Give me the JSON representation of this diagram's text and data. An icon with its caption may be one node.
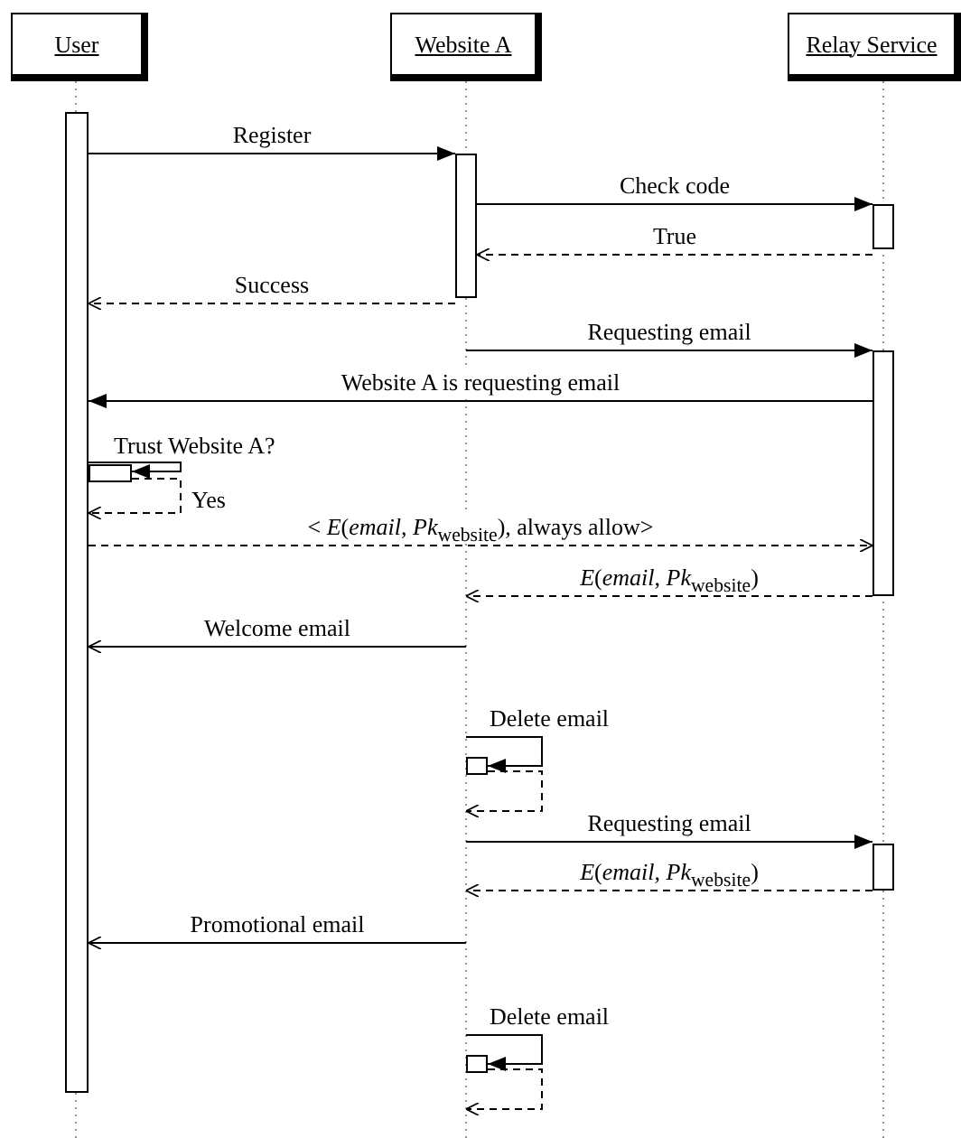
{
  "diagram": {
    "nodes": [
      {
        "text": [
          "User"
        ]
      },
      {
        "text": [
          "Website A"
        ]
      },
      {
        "text": [
          "Relay Service"
        ]
      },
      {
        "text": [],
        "shape": "bar"
      },
      {
        "text": [],
        "shape": "bar"
      },
      {
        "text": [],
        "shape": "bar"
      },
      {
        "text": [],
        "shape": "bar"
      },
      {
        "text": [],
        "shape": "bar"
      },
      {
        "text": [],
        "shape": "bar"
      },
      {
        "text": [],
        "shape": "bar"
      },
      {
        "text": [],
        "shape": "bar"
      }
    ],
    "edges": [
      {
        "from": 3,
        "to": 4,
        "arrow": "to",
        "label": "Register"
      },
      {
        "from": 4,
        "to": 5,
        "arrow": "to",
        "label": "Check code"
      },
      {
        "from": 5,
        "to": 4,
        "arrow": "to",
        "label": "True",
        "style": "dashed"
      },
      {
        "from": 4,
        "to": 3,
        "arrow": "to",
        "label": "Success",
        "style": "dashed"
      },
      {
        "from": null,
        "to": 6,
        "arrow": "to",
        "label": "Requesting email"
      },
      {
        "from": 6,
        "to": 3,
        "arrow": "to",
        "label": "Website A is requesting email"
      },
      {
        "from": 3,
        "to": 7,
        "arrow": "to",
        "label": "Trust Website A?"
      },
      {
        "from": 7,
        "to": 3,
        "arrow": "to",
        "label": "Yes",
        "style": "dashed"
      },
      {
        "from": 3,
        "to": 6,
        "arrow": "to",
        "label": "< *E*(*email*, *Pk*$_{website}$), always allow>",
        "style": "dashed"
      },
      {
        "from": 6,
        "to": null,
        "arrow": "to",
        "label": "*E*(*email*, *Pk*$_{website}$)",
        "style": "dashed"
      },
      {
        "from": null,
        "to": 3,
        "arrow": "to",
        "label": "Welcome email"
      },
      {
        "from": null,
        "to": 8,
        "arrow": "to",
        "label": "Delete email"
      },
      {
        "from": 8,
        "to": null,
        "arrow": "to",
        "style": "dashed"
      },
      {
        "from": null,
        "to": 9,
        "arrow": "to",
        "label": "Requesting email"
      },
      {
        "from": 9,
        "to": null,
        "arrow": "to",
        "label": "*E*(*email*, *Pk*$_{website}$)",
        "style": "dashed"
      },
      {
        "from": null,
        "to": 3,
        "arrow": "to",
        "label": "Promotional email"
      },
      {
        "from": null,
        "to": 10,
        "arrow": "to",
        "label": "Delete email"
      },
      {
        "from": 10,
        "to": null,
        "arrow": "to",
        "style": "dashed"
      }
    ]
  }
}
